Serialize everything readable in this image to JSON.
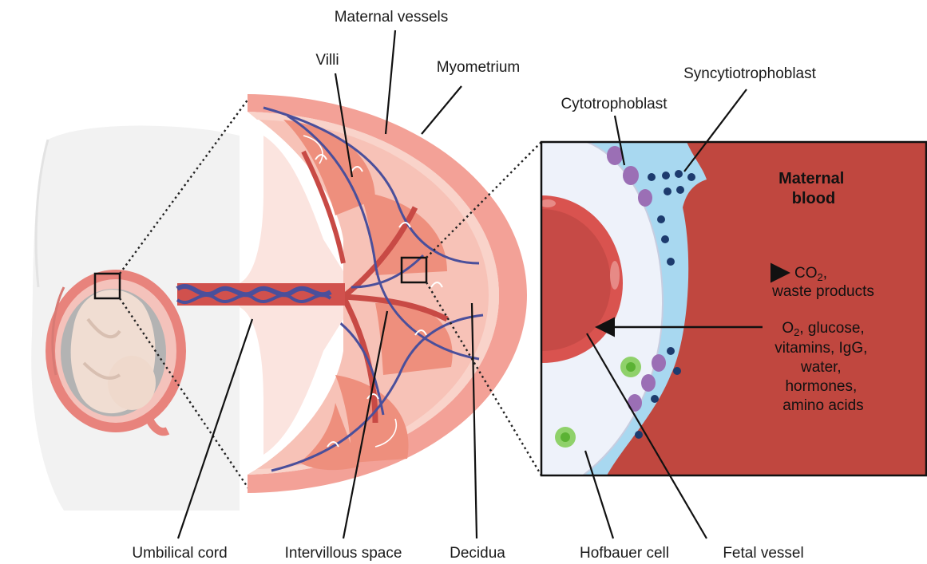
{
  "labels": {
    "maternal_vessels": "Maternal vessels",
    "villi": "Villi",
    "myometrium": "Myometrium",
    "syncytiotrophoblast": "Syncytiotrophoblast",
    "cytotrophoblast": "Cytotrophoblast",
    "umbilical_cord": "Umbilical cord",
    "intervillous_space": "Intervillous space",
    "decidua": "Decidua",
    "hofbauer_cell": "Hofbauer cell",
    "fetal_vessel": "Fetal vessel"
  },
  "inset": {
    "maternal_blood": [
      "Maternal",
      "blood"
    ],
    "outgoing": {
      "co2_base": "CO",
      "co2_sub": "2",
      "co2_suffix": ",",
      "line2": "waste products"
    },
    "incoming": {
      "o2_base": "O",
      "o2_sub": "2",
      "o2_suffix": ", glucose,",
      "lines": [
        "vitamins, IgG,",
        "water,",
        "hormones,",
        "amino acids"
      ]
    }
  },
  "colors": {
    "maternal_blood": "#c0473f",
    "placenta_pink": "#f4b3a8",
    "cotyledon": "#ec8e7b",
    "decidua": "#f1a196",
    "vein_blue": "#4a4f9b",
    "artery_red": "#c84a45",
    "syncytium_blue": "#a8d8f0",
    "cytotroph_purple": "#9b6fb5",
    "hofbauer_green": "#8fd16a"
  }
}
